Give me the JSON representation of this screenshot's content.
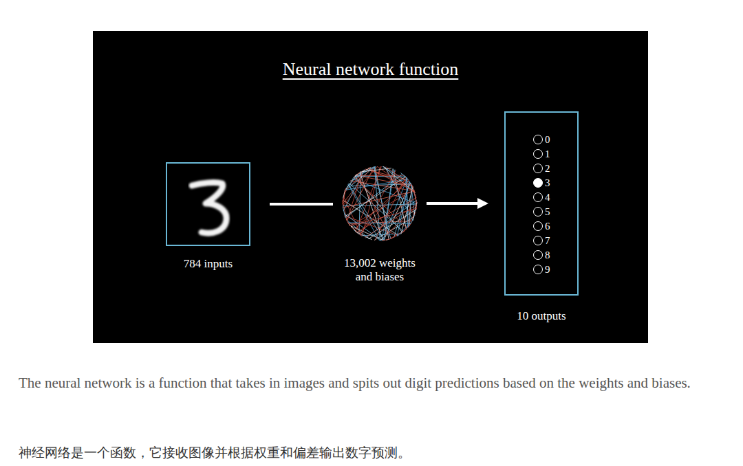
{
  "diagram": {
    "title": "Neural network function",
    "nodes": [
      {
        "text": [
          "784 inputs"
        ]
      },
      {
        "text": [
          "13,002 weights and biases"
        ]
      },
      {
        "text": [
          "0",
          "1",
          "2",
          "3",
          "4",
          "5",
          "6",
          "7",
          "8",
          "9",
          "10 outputs"
        ]
      }
    ],
    "edges": [
      {
        "from": 0,
        "to": 1,
        "arrow": "none"
      },
      {
        "from": 1,
        "to": 2,
        "arrow": "to"
      }
    ],
    "labels": [
      "The neural network is a function that takes in images and spits out digit predictions based on the weights and biases.",
      "神经网络是一个函数，它接收图像并根据权重和偏差输出数字预测。"
    ]
  }
}
